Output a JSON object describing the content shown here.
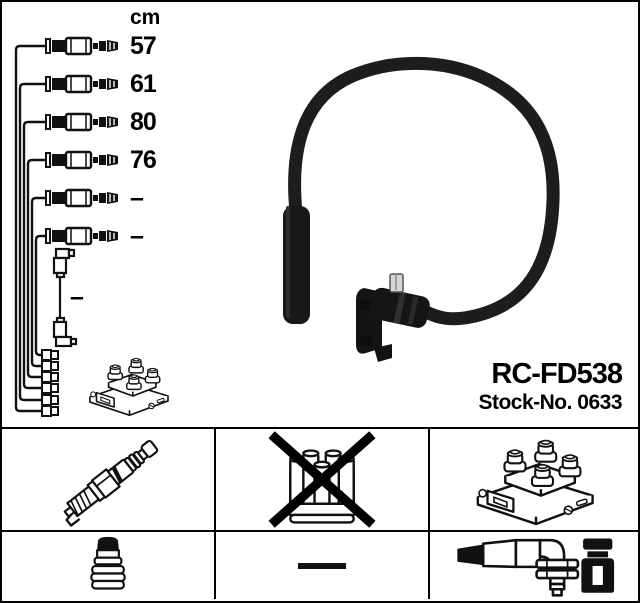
{
  "product": {
    "part_number": "RC-FD538",
    "stock_number": "Stock-No. 0633"
  },
  "length_table": {
    "unit_header": "cm",
    "rows": [
      {
        "label": "57"
      },
      {
        "label": "61"
      },
      {
        "label": "80"
      },
      {
        "label": "76"
      },
      {
        "label": "–"
      },
      {
        "label": "–"
      }
    ],
    "coil_wire_label": "–"
  },
  "legend": {
    "cells": [
      {
        "icon": "spark-plug-icon"
      },
      {
        "icon": "distributor-cap-crossed-icon"
      },
      {
        "icon": "ignition-coil-icon"
      },
      {
        "icon": "plug-terminal-nut-icon"
      },
      {
        "icon": "dash-icon",
        "label": "–"
      },
      {
        "icon": "cable-connectors-icon"
      }
    ]
  },
  "colors": {
    "background": "#ffffff",
    "line_art": "#111111",
    "cable_photo": "#1d1d1d",
    "grid_line": "#000000"
  }
}
